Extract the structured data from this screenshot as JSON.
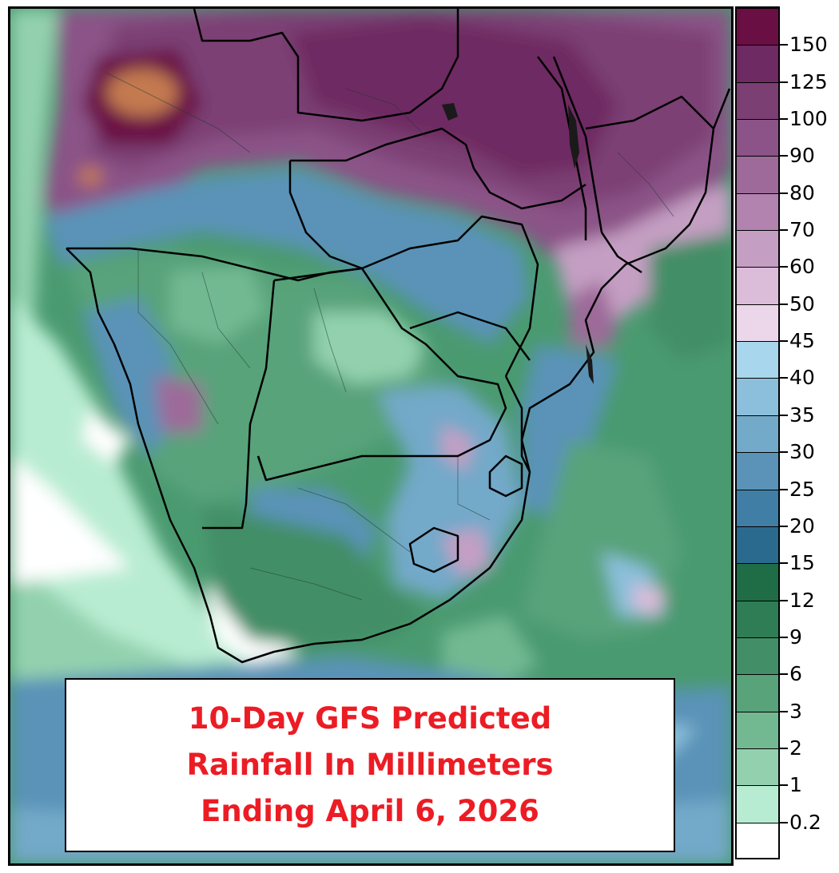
{
  "title": {
    "line1": "10-Day GFS Predicted",
    "line2": "Rainfall In Millimeters",
    "line3": "Ending April 6, 2026",
    "color": "#ec1c24"
  },
  "legend": {
    "items": [
      {
        "label": "150",
        "color": "#6a0f44"
      },
      {
        "label": "125",
        "color": "#6e2a62"
      },
      {
        "label": "100",
        "color": "#7b3f74"
      },
      {
        "label": "90",
        "color": "#8b5387"
      },
      {
        "label": "80",
        "color": "#9d6a9a"
      },
      {
        "label": "70",
        "color": "#b183ae"
      },
      {
        "label": "60",
        "color": "#c59fc3"
      },
      {
        "label": "50",
        "color": "#dbbcd9"
      },
      {
        "label": "45",
        "color": "#ecd6ea"
      },
      {
        "label": "40",
        "color": "#a8d6ec"
      },
      {
        "label": "35",
        "color": "#8cbfdb"
      },
      {
        "label": "30",
        "color": "#73a9c9"
      },
      {
        "label": "25",
        "color": "#5a93b7"
      },
      {
        "label": "20",
        "color": "#407ea5"
      },
      {
        "label": "15",
        "color": "#2a6a8e"
      },
      {
        "label": "12",
        "color": "#1f6d47"
      },
      {
        "label": "9",
        "color": "#2f7d55"
      },
      {
        "label": "6",
        "color": "#428e66"
      },
      {
        "label": "3",
        "color": "#58a37a"
      },
      {
        "label": "2",
        "color": "#72b992"
      },
      {
        "label": "1",
        "color": "#93d1ae"
      },
      {
        "label": "0.2",
        "color": "#b8ecd2"
      },
      {
        "label": "",
        "color": "#ffffff"
      }
    ]
  }
}
